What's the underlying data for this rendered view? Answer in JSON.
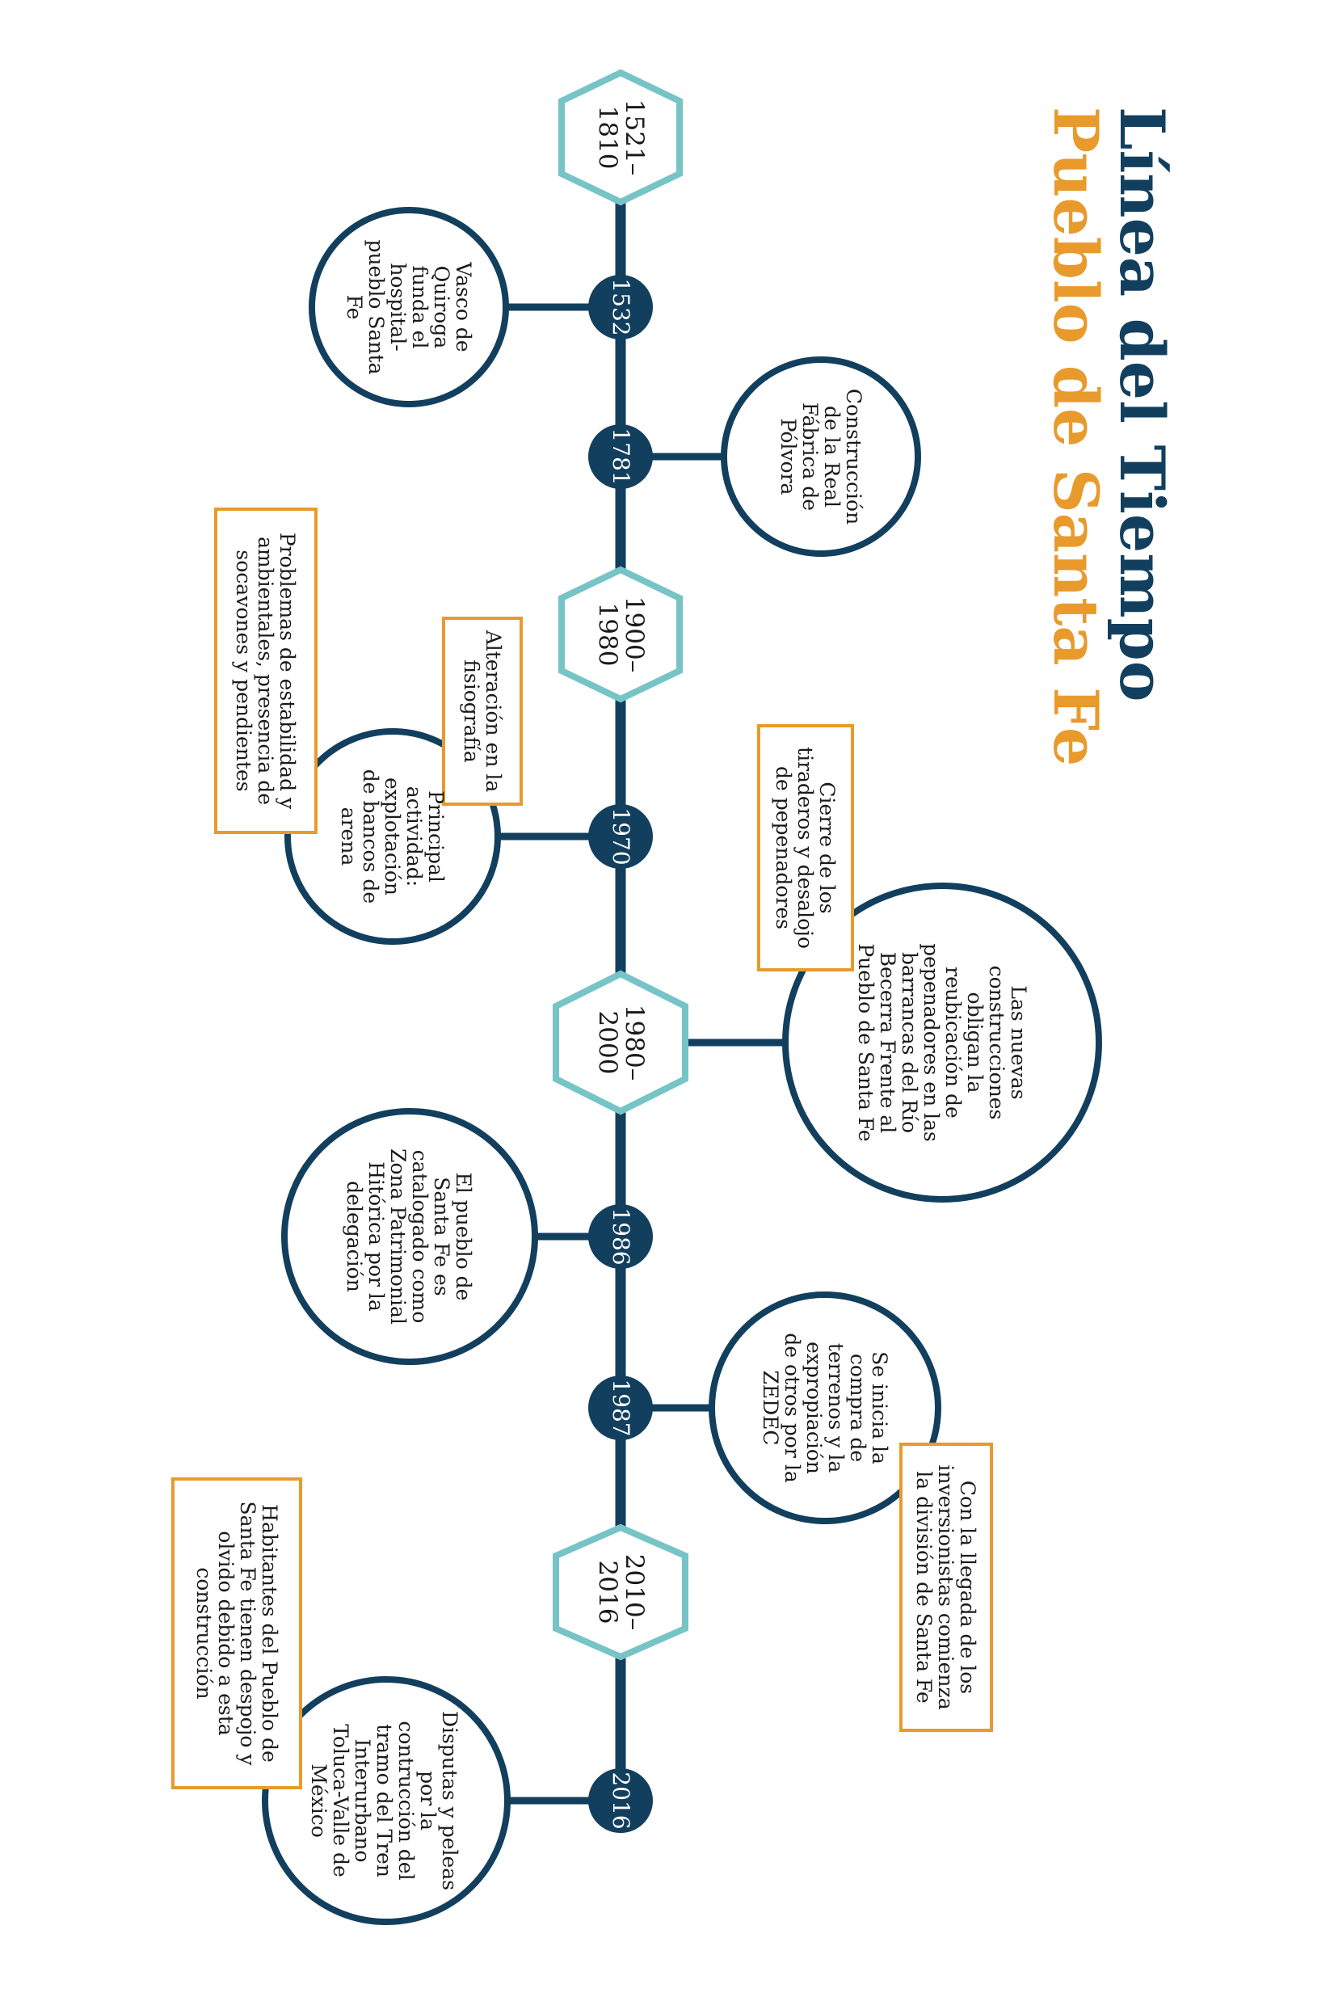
{
  "title": {
    "line1": "Línea del Tiempo",
    "line2": "Pueblo de Santa Fe"
  },
  "colors": {
    "navy": "#123f5e",
    "teal": "#77c4c6",
    "orange": "#e89a2c",
    "text": "#1a1a1a",
    "background": "#ffffff"
  },
  "periods": [
    {
      "label": "1521–1810"
    },
    {
      "label": "1900–1980"
    },
    {
      "label": "1980–2000"
    },
    {
      "label": "2010–2016"
    }
  ],
  "years": [
    {
      "label": "1532"
    },
    {
      "label": "1781"
    },
    {
      "label": "1970"
    },
    {
      "label": "1986"
    },
    {
      "label": "1987"
    },
    {
      "label": "2016"
    }
  ],
  "events": [
    {
      "year": "1532",
      "text": "Vasco de Quiroga funda el hospital-pueblo Santa Fe"
    },
    {
      "year": "1781",
      "text": "Construcción de la Real Fábrica de Pólvora"
    },
    {
      "year": "1970",
      "text": "Principal actividad: explotación de bancos de arena"
    },
    {
      "year": "1980–2000",
      "text": "Las nuevas construcciones obligan la reubicación de pepenadores en las barrancas del Río Becerra Frente al Pueblo de Santa Fe"
    },
    {
      "year": "1986",
      "text": "El pueblo de Santa Fe es catalogado como Zona Patrimonial Hitórica por la delegación"
    },
    {
      "year": "1987",
      "text": "Se inicia la compra de terrenos y la expropiación de otros por la ZEDEC"
    },
    {
      "year": "2016",
      "text": "Disputas y peleas por la contrucción del tramo del Tren Interurbano Toluca-Valle de México"
    }
  ],
  "notes": [
    {
      "text": "Alteración en la fisiografía"
    },
    {
      "text": "Problemas de estabilidad y ambientales, presencia de socavones y pendientes"
    },
    {
      "text": "Cierre de los tiraderos y desalojo de pepenadores"
    },
    {
      "text": "Con la llegada de los inversionistas comienza la división de Santa Fe"
    },
    {
      "text": "Habitantes del Pueblo de Santa Fe tienen despojo y olvido debido a esta construcción"
    }
  ]
}
